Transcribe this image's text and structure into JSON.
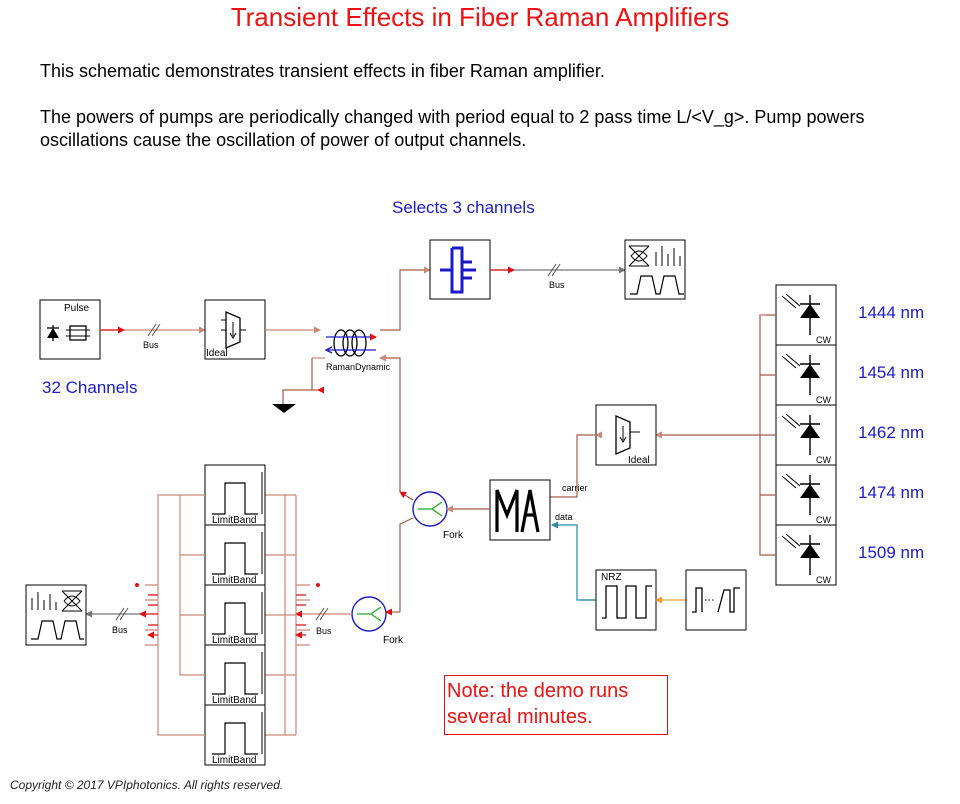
{
  "title": "Transient Effects in Fiber Raman Amplifiers",
  "description": {
    "line1": "This schematic demonstrates transient effects in fiber Raman amplifier.",
    "line2": "The powers of pumps are periodically changed with period equal to 2 pass time L/<V_g>. Pump powers oscillations cause the oscillation of power of output channels."
  },
  "annotations": {
    "selects": "Selects 3 channels",
    "channels": "32 Channels",
    "note": "Note: the demo runs several minutes.",
    "copyright": "Copyright © 2017 VPIphotonics. All rights reserved."
  },
  "blocks": {
    "pulse": "Pulse",
    "ideal": "Ideal",
    "raman": "RamanDynamic",
    "fork": "Fork",
    "nrz": "NRZ",
    "carrier": "carrier",
    "data": "data",
    "bus": "Bus",
    "limitband": "LimitBand",
    "cw": "CW"
  },
  "pumps": [
    "1444 nm",
    "1454 nm",
    "1462 nm",
    "1474 nm",
    "1509 nm"
  ],
  "colors": {
    "title": "#ee1111",
    "label_blue": "#1a1acc",
    "wire": "#a85a4a",
    "arrow": "#dd1111",
    "data_wire": "#2a88aa"
  }
}
